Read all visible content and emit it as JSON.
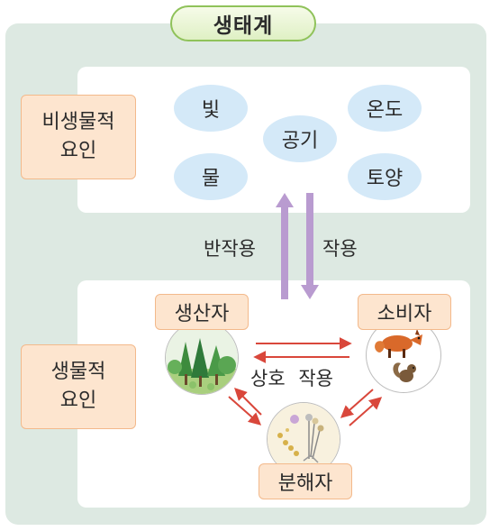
{
  "title": "생태계",
  "abiotic": {
    "label_line1": "비생물적",
    "label_line2": "요인",
    "items": [
      "빛",
      "공기",
      "온도",
      "물",
      "토양"
    ]
  },
  "biotic": {
    "label_line1": "생물적",
    "label_line2": "요인",
    "producer": "생산자",
    "consumer": "소비자",
    "decomposer": "분해자",
    "interaction": "상호 작용"
  },
  "arrows": {
    "reaction": "반작용",
    "action": "작용"
  },
  "colors": {
    "outer_bg": "#dde9e2",
    "oval": "#d4e9f8",
    "label_box": "#fde5cf",
    "vertical_arrow": "#b99bd0",
    "red_arrow": "#d9473b"
  },
  "icons": [
    "forest-icon",
    "fox-icon",
    "squirrel-icon",
    "fungi-icon"
  ]
}
